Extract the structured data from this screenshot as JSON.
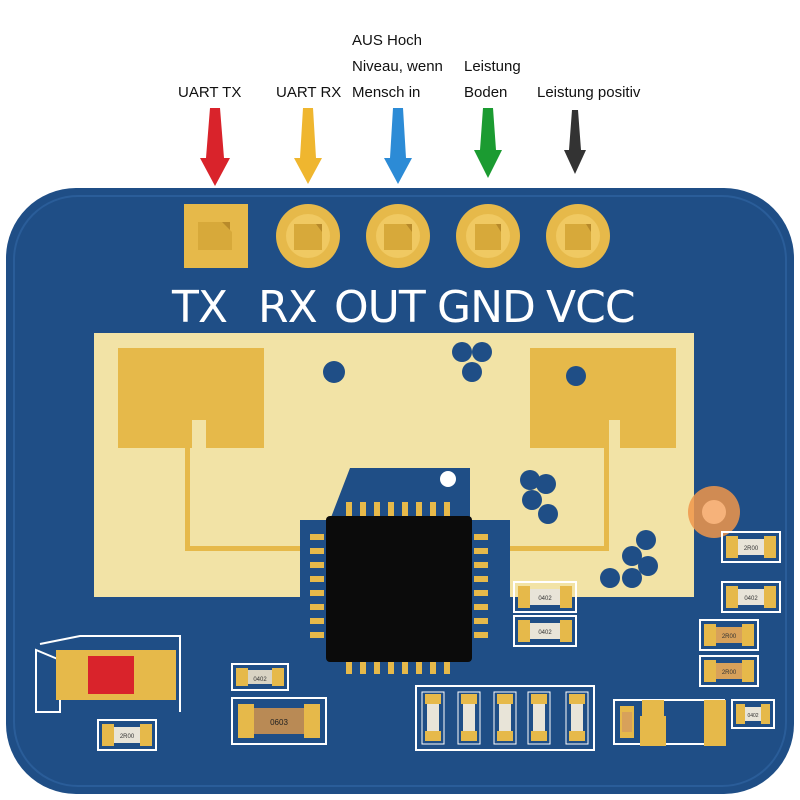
{
  "callouts": {
    "tx": "UART TX",
    "rx": "UART RX",
    "out_line1": "AUS Hoch",
    "out_line2": "Niveau, wenn",
    "out_line3": "Mensch in",
    "gnd_line1": "Leistung",
    "gnd_line2": "Boden",
    "vcc": "Leistung positiv"
  },
  "pins": {
    "tx": "TX",
    "rx": "RX",
    "out": "OUT",
    "gnd": "GND",
    "vcc": "VCC"
  },
  "components": {
    "r1": "0402",
    "r2": "0402",
    "r3": "0402",
    "r4": "0603",
    "r5": "2R00",
    "r6": "0402",
    "r7": "2R00",
    "r8": "0402",
    "r9": "2R00",
    "r10": "2R00"
  },
  "colors": {
    "board": "#1f4e86",
    "gold": "#e6b94a",
    "arrow_tx": "#d9232b",
    "arrow_rx": "#efb62f",
    "arrow_out": "#2c8bd6",
    "arrow_gnd": "#1b9b31",
    "arrow_vcc": "#333333"
  }
}
